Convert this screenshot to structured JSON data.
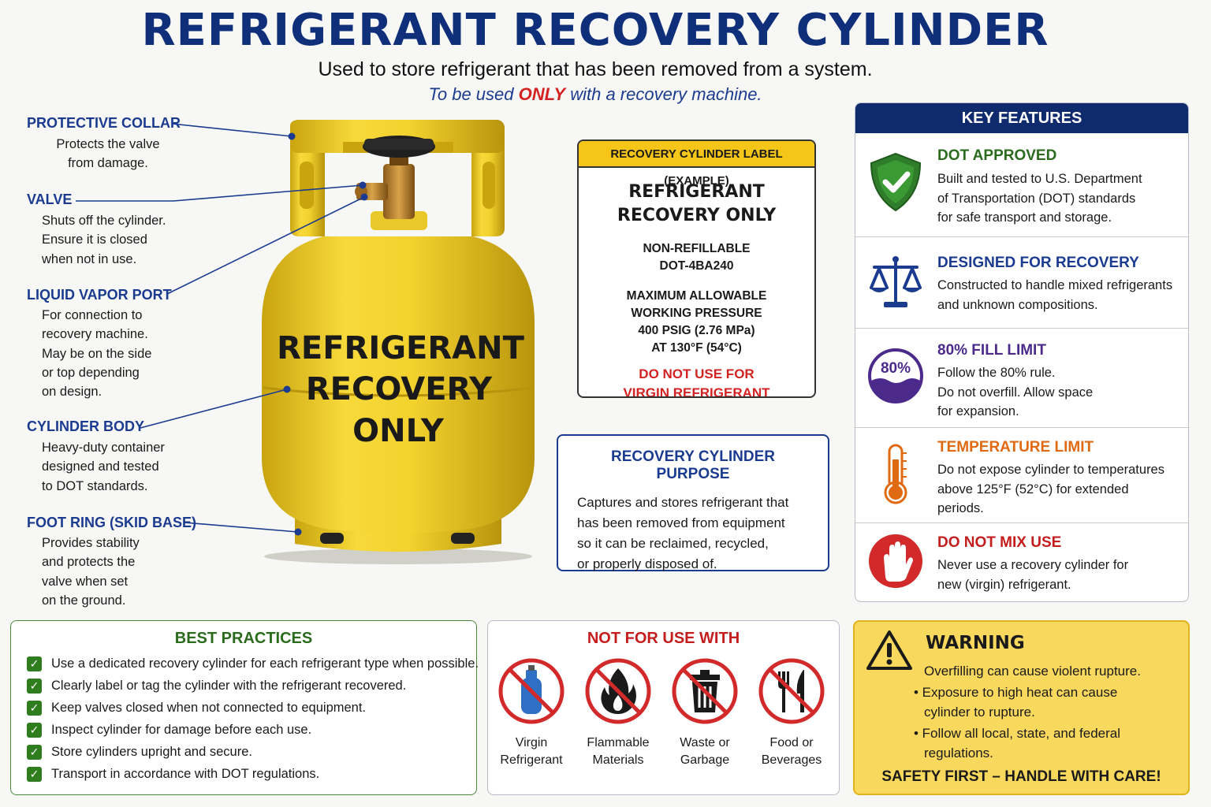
{
  "header": {
    "title": "REFRIGERANT RECOVERY CYLINDER",
    "subtitle": "Used to store refrigerant that has been removed from a system.",
    "tagline_before": "To be used ",
    "tagline_emphasis": "ONLY",
    "tagline_after": " with a recovery machine."
  },
  "callouts": [
    {
      "title": "PROTECTIVE COLLAR",
      "text": "Protects the valve\nfrom damage."
    },
    {
      "title": "VALVE",
      "text": "Shuts off the cylinder.\nEnsure it is closed\nwhen not in use."
    },
    {
      "title": "LIQUID VAPOR PORT",
      "text": "For connection to\nrecovery machine.\nMay be on the side\nor top depending\non design."
    },
    {
      "title": "CYLINDER BODY",
      "text": "Heavy-duty container\ndesigned and tested\nto DOT standards."
    },
    {
      "title": "FOOT RING (SKID BASE)",
      "text": "Provides stability\nand protects the\nvalve when set\non the ground."
    }
  ],
  "cylinder": {
    "printed_text": [
      "REFRIGERANT",
      "RECOVERY",
      "ONLY"
    ],
    "body_color": "#f0cf2c"
  },
  "label_example": {
    "heading": "RECOVERY CYLINDER LABEL (EXAMPLE)",
    "main": [
      "REFRIGERANT",
      "RECOVERY ONLY"
    ],
    "spec1": [
      "NON-REFILLABLE",
      "DOT-4BA240"
    ],
    "spec2": [
      "MAXIMUM ALLOWABLE",
      "WORKING PRESSURE",
      "400 PSIG (2.76 MPa)",
      "AT 130°F (54°C)"
    ],
    "warning": [
      "DO NOT USE FOR",
      "VIRGIN REFRIGERANT"
    ]
  },
  "purpose": {
    "heading": "RECOVERY CYLINDER PURPOSE",
    "text": "Captures and stores refrigerant that\nhas been removed from equipment\nso it can be reclaimed, recycled,\nor properly disposed of."
  },
  "key_features": {
    "heading": "KEY FEATURES",
    "items": [
      {
        "icon": "shield-check-icon",
        "title": "DOT APPROVED",
        "color": "#2b6b1e",
        "text": "Built and tested to U.S. Department\nof Transportation (DOT) standards\nfor safe transport and storage."
      },
      {
        "icon": "scales-icon",
        "title": "DESIGNED FOR RECOVERY",
        "color": "#1a3b8f",
        "text": "Constructed to handle mixed refrigerants\nand unknown compositions."
      },
      {
        "icon": "fill-limit-icon",
        "icon_text": "80%",
        "title": "80% FILL LIMIT",
        "color": "#4b2a8c",
        "text": "Follow the 80% rule.\nDo not overfill. Allow space\nfor expansion."
      },
      {
        "icon": "thermometer-icon",
        "title": "TEMPERATURE LIMIT",
        "color": "#e06a12",
        "text": "Do not expose cylinder to temperatures\nabove 125°F (52°C) for extended\nperiods."
      },
      {
        "icon": "stop-hand-icon",
        "title": "DO NOT MIX USE",
        "color": "#c41d1d",
        "text": "Never use a recovery cylinder for\nnew (virgin) refrigerant."
      }
    ]
  },
  "best_practices": {
    "heading": "BEST PRACTICES",
    "items": [
      "Use a dedicated recovery cylinder for each refrigerant type when possible.",
      "Clearly label or tag the cylinder with the refrigerant recovered.",
      "Keep valves closed when not connected to equipment.",
      "Inspect cylinder for damage before each use.",
      "Store cylinders upright and secure.",
      "Transport in accordance with DOT regulations."
    ]
  },
  "not_for_use": {
    "heading": "NOT FOR USE WITH",
    "items": [
      {
        "icon": "virgin-refrigerant-icon",
        "label": "Virgin\nRefrigerant"
      },
      {
        "icon": "flame-icon",
        "label": "Flammable\nMaterials"
      },
      {
        "icon": "trash-can-icon",
        "label": "Waste or\nGarbage"
      },
      {
        "icon": "fork-knife-icon",
        "label": "Food or\nBeverages"
      }
    ]
  },
  "warning": {
    "heading": "WARNING",
    "lines": [
      "Overfilling can cause violent rupture.",
      "• Exposure to high heat can cause",
      "cylinder to rupture.",
      "• Follow all local, state, and federal",
      "regulations."
    ],
    "footer": "SAFETY FIRST – HANDLE WITH CARE!"
  }
}
